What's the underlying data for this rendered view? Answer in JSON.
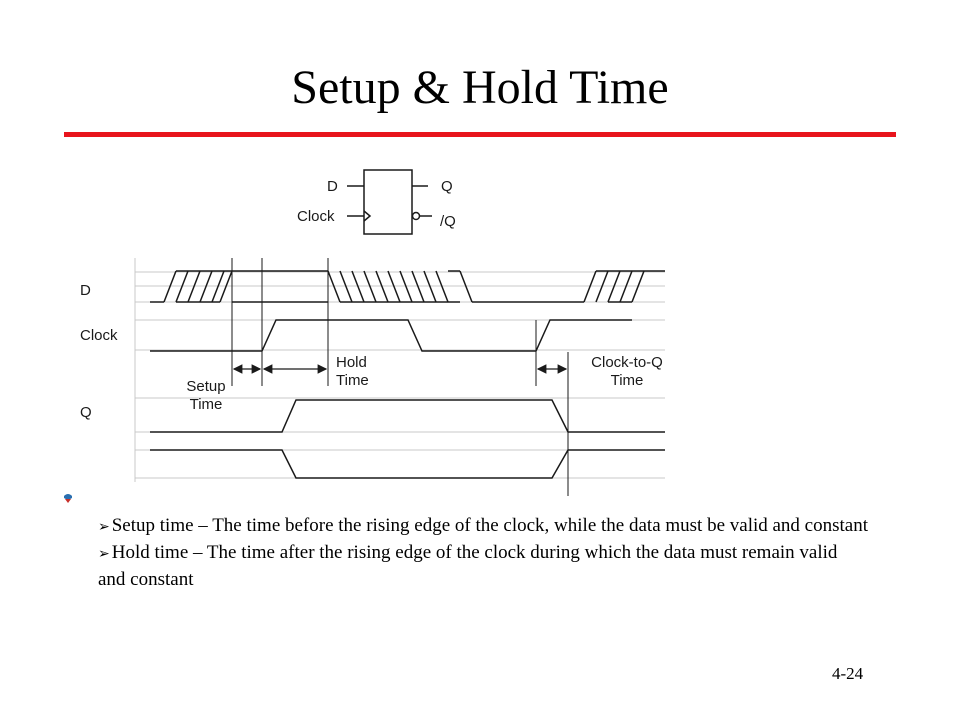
{
  "slide": {
    "title": "Setup & Hold Time",
    "page_number": "4-24",
    "accent_color": "#e8141c"
  },
  "flipflop": {
    "inputs": [
      "D",
      "Clock"
    ],
    "outputs": [
      "Q",
      "/Q"
    ]
  },
  "timing": {
    "signals": [
      "D",
      "Clock",
      "Q"
    ],
    "setup_label": [
      "Setup",
      "Time"
    ],
    "hold_label": [
      "Hold",
      "Time"
    ],
    "clk_to_q_label": [
      "Clock-to-Q",
      "Time"
    ]
  },
  "bullets": [
    {
      "icon": "right-arrow-icon",
      "text": "Setup time – The time before the rising edge of the clock, while the data must be valid and constant"
    },
    {
      "icon": "right-arrow-icon",
      "text": "Hold time – The time after the rising edge of the clock during which the data must remain valid and constant"
    }
  ]
}
